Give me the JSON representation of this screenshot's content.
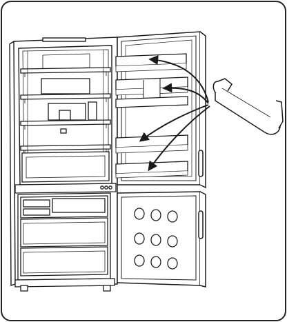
{
  "figure": {
    "subject": "refrigerator-freezer-door-bin-placement",
    "frame_color": "#222222",
    "line_color": "#1a1a1a",
    "panel_fill": "#ffffff",
    "egg_tray_slots": 9,
    "door_bin_positions": 4,
    "fridge_shelves": 4,
    "freezer_drawers": 3,
    "arrow_count": 4
  }
}
